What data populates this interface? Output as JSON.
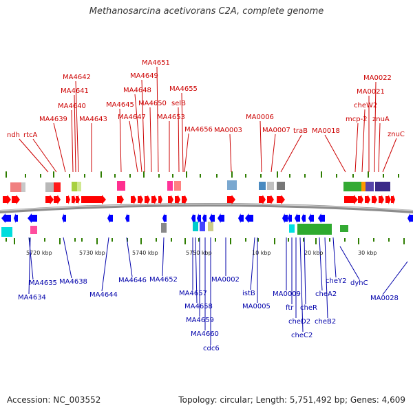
{
  "title": "Methanosarcina acetivorans C2A, complete genome",
  "footer": {
    "accession": "Accession: NC_003552",
    "summary": "Topology: circular; Length: 5,751,492 bp; Genes: 4,609"
  },
  "colors": {
    "top_label": "#cc0000",
    "bottom_label": "#0000aa",
    "forward_gene": "#ff0000",
    "reverse_gene": "#0000ff",
    "tick": "#2e7d00",
    "axis": "#888888"
  },
  "scale_labels": [
    "5720 kbp",
    "5730 kbp",
    "5740 kbp",
    "5750 kbp",
    "10 kbp",
    "20 kbp",
    "30 kbp"
  ],
  "top_labels": [
    {
      "text": "ndh"
    },
    {
      "text": "rtcA"
    },
    {
      "text": "MA4639"
    },
    {
      "text": "MA4640"
    },
    {
      "text": "MA4641"
    },
    {
      "text": "MA4642"
    },
    {
      "text": "MA4643"
    },
    {
      "text": "MA4645"
    },
    {
      "text": "MA4647"
    },
    {
      "text": "MA4648"
    },
    {
      "text": "MA4649"
    },
    {
      "text": "MA4650"
    },
    {
      "text": "MA4651"
    },
    {
      "text": "MA4653"
    },
    {
      "text": "selB"
    },
    {
      "text": "MA4655"
    },
    {
      "text": "MA4656"
    },
    {
      "text": "MA0003"
    },
    {
      "text": "MA0006"
    },
    {
      "text": "MA0007"
    },
    {
      "text": "traB"
    },
    {
      "text": "MA0018"
    },
    {
      "text": "mcp-2"
    },
    {
      "text": "cheW2"
    },
    {
      "text": "MA0021"
    },
    {
      "text": "MA0022"
    },
    {
      "text": "znuA"
    },
    {
      "text": "znuC"
    }
  ],
  "bottom_labels": [
    {
      "text": "MA4635"
    },
    {
      "text": "MA4634"
    },
    {
      "text": "MA4638"
    },
    {
      "text": "MA4644"
    },
    {
      "text": "MA4646"
    },
    {
      "text": "MA4652"
    },
    {
      "text": "MA4657"
    },
    {
      "text": "MA4658"
    },
    {
      "text": "MA4659"
    },
    {
      "text": "MA4660"
    },
    {
      "text": "cdc6"
    },
    {
      "text": "MA0002"
    },
    {
      "text": "istB"
    },
    {
      "text": "MA0005"
    },
    {
      "text": "MA0009"
    },
    {
      "text": "ftr"
    },
    {
      "text": "cheD2"
    },
    {
      "text": "cheC2"
    },
    {
      "text": "cheR"
    },
    {
      "text": "cheA2"
    },
    {
      "text": "cheB2"
    },
    {
      "text": "cheY2"
    },
    {
      "text": "dyhC"
    },
    {
      "text": "MA0028"
    }
  ]
}
